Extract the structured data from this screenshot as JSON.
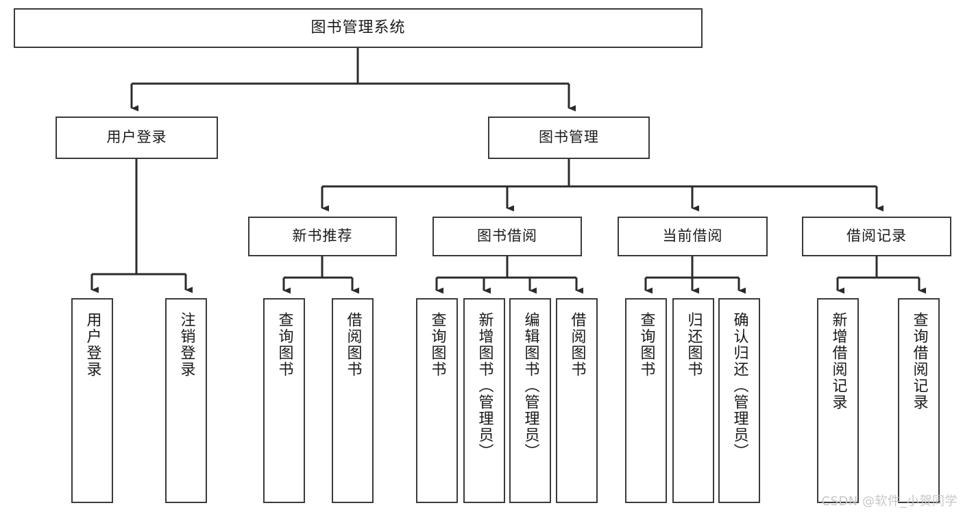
{
  "diagram": {
    "title": "图书管理系统",
    "watermark": "CSDN @软件_小贺同学",
    "colors": {
      "box_border": "#3a3a3a",
      "box_fill": "#ffffff",
      "edge": "#2b2b2b",
      "text": "#1a1a1a",
      "watermark": "#c6c6c6",
      "background": "#ffffff"
    },
    "root": {
      "label": "图书管理系统"
    },
    "level2": [
      {
        "label": "用户登录"
      },
      {
        "label": "图书管理"
      }
    ],
    "level3": [
      {
        "label": "新书推荐"
      },
      {
        "label": "图书借阅"
      },
      {
        "label": "当前借阅"
      },
      {
        "label": "借阅记录"
      }
    ],
    "leaves": {
      "user_login": [
        {
          "label": "用户登录"
        },
        {
          "label": "注销登录"
        }
      ],
      "new_book_recommend": [
        {
          "label": "查询图书"
        },
        {
          "label": "借阅图书"
        }
      ],
      "book_borrow": [
        {
          "label": "查询图书"
        },
        {
          "label": "新增图书（管理员）"
        },
        {
          "label": "编辑图书（管理员）"
        },
        {
          "label": "借阅图书"
        }
      ],
      "current_borrow": [
        {
          "label": "查询图书"
        },
        {
          "label": "归还图书"
        },
        {
          "label": "确认归还（管理员）"
        }
      ],
      "borrow_record": [
        {
          "label": "新增借阅记录"
        },
        {
          "label": "查询借阅记录"
        }
      ]
    }
  }
}
